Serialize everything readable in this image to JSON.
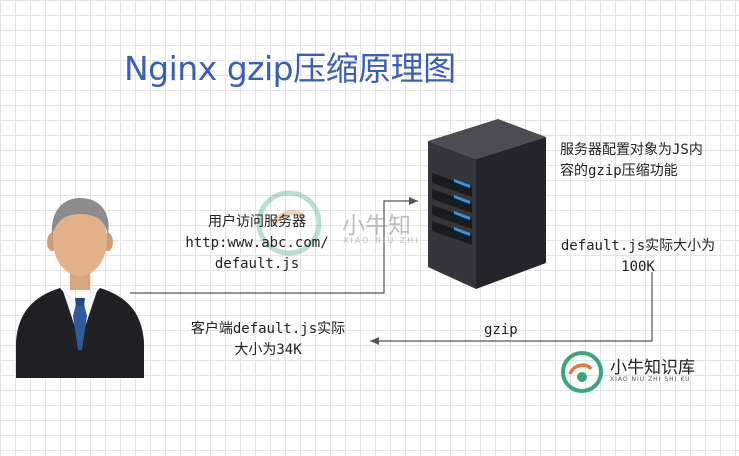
{
  "title": "Nginx gzip压缩原理图",
  "labels": {
    "request_line1": "用户访问服务器",
    "request_line2": "http:www.abc.com/",
    "request_line3": "default.js",
    "server_note_line1": "服务器配置对象为JS内",
    "server_note_line2": "容的gzip压缩功能",
    "size_line1": "default.js实际大小为",
    "size_line2": "100K",
    "gzip": "gzip",
    "client_line1": "客户端default.js实际",
    "client_line2": "大小为34K"
  },
  "watermarks": {
    "center_text": "小牛知",
    "center_pinyin": "XIAO NIU ZHI",
    "corner_text": "小牛知识库",
    "corner_pinyin": "XIAO NIU ZHI SHI KU"
  },
  "colors": {
    "title": "#3a5fb8",
    "line": "#555555",
    "server_led": "#2f9be8",
    "watermark_green": "#3aa67c"
  },
  "icons": {
    "user": "businessman-icon",
    "server": "server-tower-icon"
  }
}
